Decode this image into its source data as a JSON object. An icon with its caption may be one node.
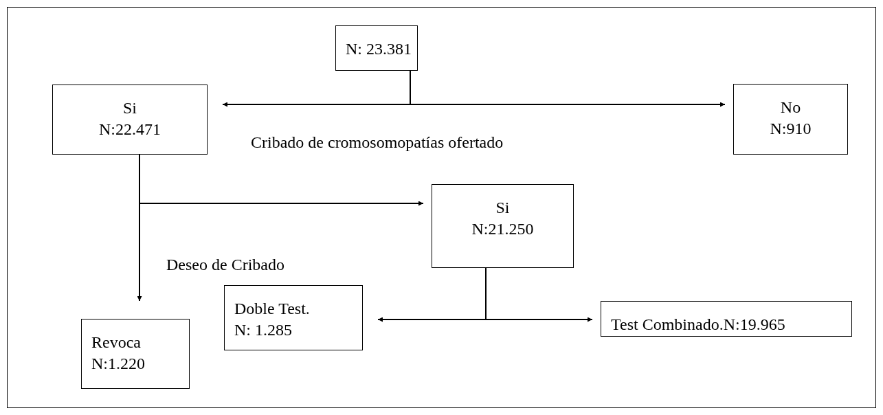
{
  "diagram": {
    "nodes": [
      {
        "text": [
          "N: 23.381"
        ]
      },
      {
        "text": [
          "Si",
          "N:22.471"
        ]
      },
      {
        "text": [
          "No",
          "N:910"
        ]
      },
      {
        "text": [
          "Si",
          "N:21.250"
        ]
      },
      {
        "text": [
          "Doble Test.",
          "N: 1.285"
        ]
      },
      {
        "text": [
          "Test Combinado.N:19.965"
        ]
      },
      {
        "text": [
          "Revoca",
          "N:1.220"
        ]
      }
    ],
    "edges": [
      {
        "from": 0,
        "to": 1,
        "arrow": "to"
      },
      {
        "from": 0,
        "to": 2,
        "arrow": "to"
      },
      {
        "from": 1,
        "to": 3,
        "arrow": "to"
      },
      {
        "from": 1,
        "to": 6,
        "arrow": "to"
      },
      {
        "from": 3,
        "to": 4,
        "arrow": "to"
      },
      {
        "from": 3,
        "to": 5,
        "arrow": "to"
      }
    ],
    "labels": [
      "Cribado de cromosomopatías ofertado",
      "Deseo de Cribado"
    ]
  }
}
